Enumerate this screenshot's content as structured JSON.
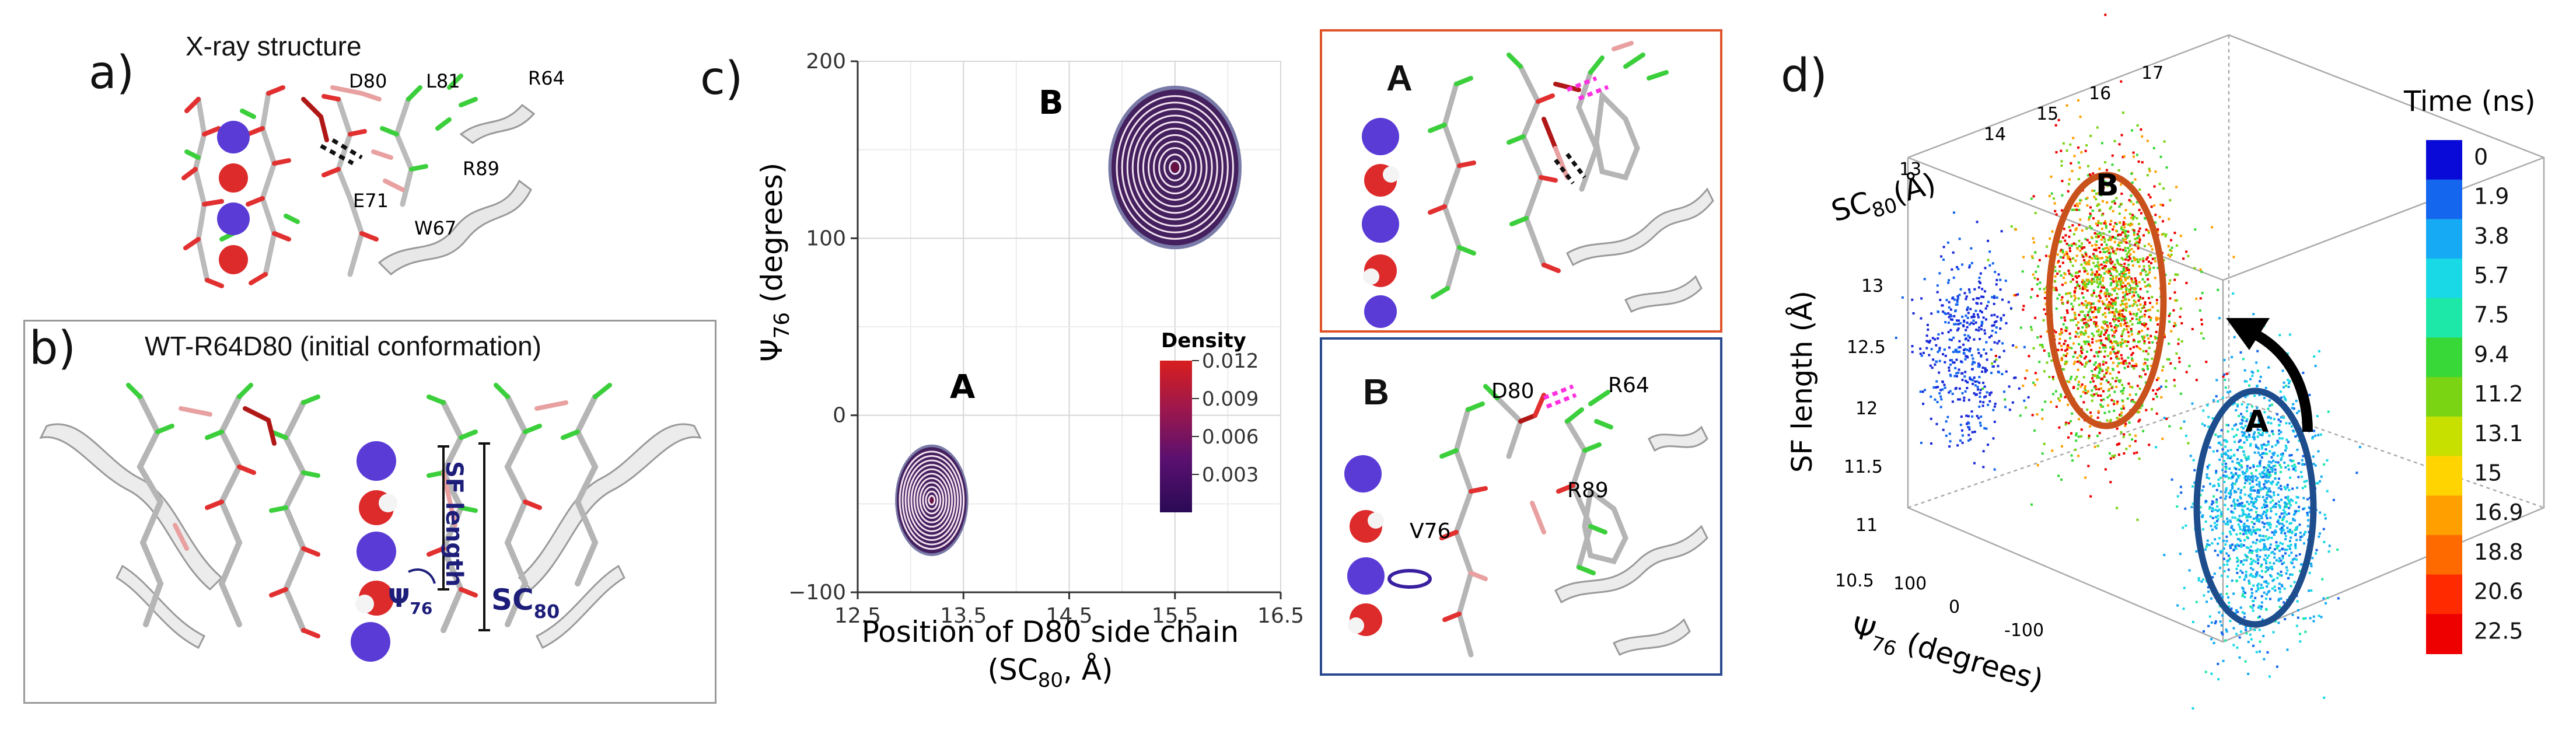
{
  "panels": {
    "a": {
      "letter": "a)",
      "title": "X-ray structure",
      "residues": [
        "D80",
        "L81",
        "R64",
        "R89",
        "E71",
        "W67"
      ]
    },
    "b": {
      "letter": "b)",
      "title": "WT-R64D80 (initial conformation)",
      "sf_length": "SF length",
      "psi_sym": "Ψ",
      "psi_sub": "76",
      "sc_sym": "SC",
      "sc_sub": "80"
    },
    "c": {
      "letter": "c)",
      "state_A": "A",
      "state_B": "B",
      "ylabel_sym": "Ψ",
      "ylabel_sub": "76",
      "ylabel_rest": " (degrees)",
      "xlabel_line1": "Position of D80 side chain",
      "xlabel_line2_pre": "(SC",
      "xlabel_line2_sub": "80",
      "xlabel_line2_post": ", Å)",
      "legend_title": "Density",
      "legend_ticks": [
        "0.012",
        "0.009",
        "0.006",
        "0.003"
      ],
      "x_ticks": [
        "12.5",
        "13.5",
        "14.5",
        "15.5",
        "16.5"
      ],
      "y_ticks": [
        "200",
        "100",
        "0",
        "−100"
      ]
    },
    "c_A": {
      "letter": "A",
      "border_color": "#e0532b"
    },
    "c_B": {
      "letter": "B",
      "border_color": "#2a4a90",
      "residues": [
        "D80",
        "R64",
        "R89",
        "V76"
      ]
    },
    "d": {
      "letter": "d)",
      "z_label": "SF length (Å)",
      "sc_label_pre": "SC",
      "sc_label_sub": "80",
      "sc_label_post": "(Å)",
      "psi_label_sym": "Ψ",
      "psi_label_sub": "76",
      "psi_label_post": " (degrees)",
      "sc_ticks": [
        "13",
        "14",
        "15",
        "16",
        "17"
      ],
      "z_ticks": [
        "13",
        "12.5",
        "12",
        "11.5",
        "11",
        "10.5"
      ],
      "psi_ticks": [
        "100",
        "0",
        "-100"
      ],
      "state_A": "A",
      "state_B": "B",
      "time_title": "Time (ns)",
      "time_ticks": [
        "0",
        "1.9",
        "3.8",
        "5.7",
        "7.5",
        "9.4",
        "11.2",
        "13.1",
        "15",
        "16.9",
        "18.8",
        "20.6",
        "22.5"
      ]
    }
  },
  "chart_data": {
    "type": "heatmap",
    "xlabel": "Position of D80 side chain (SC80, Å)",
    "ylabel": "Ψ76 (degrees)",
    "xlim": [
      12.5,
      16.5
    ],
    "ylim": [
      -100,
      200
    ],
    "colorbar": {
      "title": "Density",
      "range": [
        0.0,
        0.012
      ],
      "ticks": [
        0.003,
        0.006,
        0.009,
        0.012
      ]
    },
    "series": [
      {
        "name": "A",
        "center_x": 13.2,
        "center_y": -48,
        "peak_density": 0.011
      },
      {
        "name": "B",
        "center_x": 15.5,
        "center_y": 140,
        "peak_density": 0.012
      }
    ],
    "grid": true
  }
}
